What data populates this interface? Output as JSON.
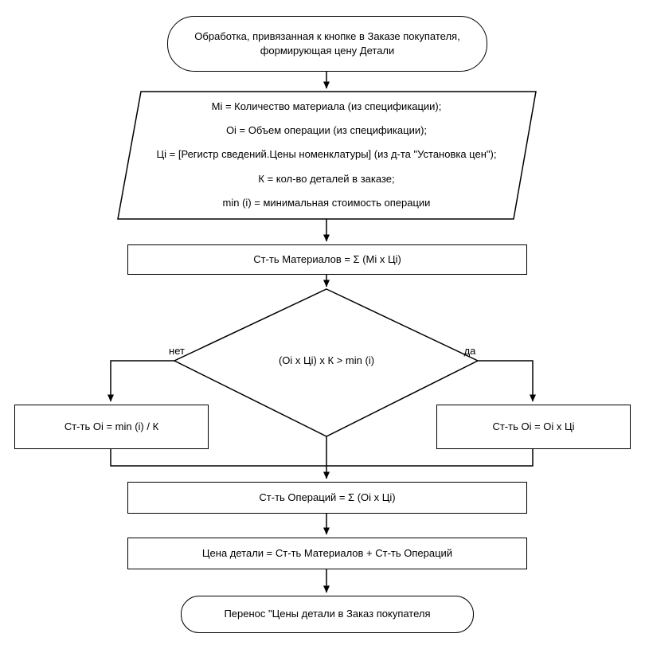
{
  "flowchart": {
    "start": "Обработка, привязанная к кнопке в Заказе покупателя,\nформирующая цену Детали",
    "inputs": {
      "lines": [
        "Mi = Количество материала (из спецификации);",
        "Oi = Объем операции (из спецификации);",
        "Цi = [Регистр сведений.Цены номенклатуры] (из д-та \"Установка цен\");",
        "К = кол-во деталей в заказе;",
        "min (i) = минимальная стоимость операции"
      ]
    },
    "materials": "Ст-ть Материалов = Σ (Mi x Цi)",
    "decision": "(Oi x Цi) x К > min (i)",
    "no_label": "нет",
    "yes_label": "да",
    "no_branch": "Ст-ть Oi = min (i) / К",
    "yes_branch": "Ст-ть Oi = Oi x Цi",
    "operations": "Ст-ть Операций = Σ (Oi x Цi)",
    "price": "Цена детали = Ст-ть Материалов + Ст-ть Операций",
    "end": "Перенос \"Цены детали в Заказ покупателя",
    "stroke_color": "#000000",
    "fill_color": "#ffffff"
  }
}
